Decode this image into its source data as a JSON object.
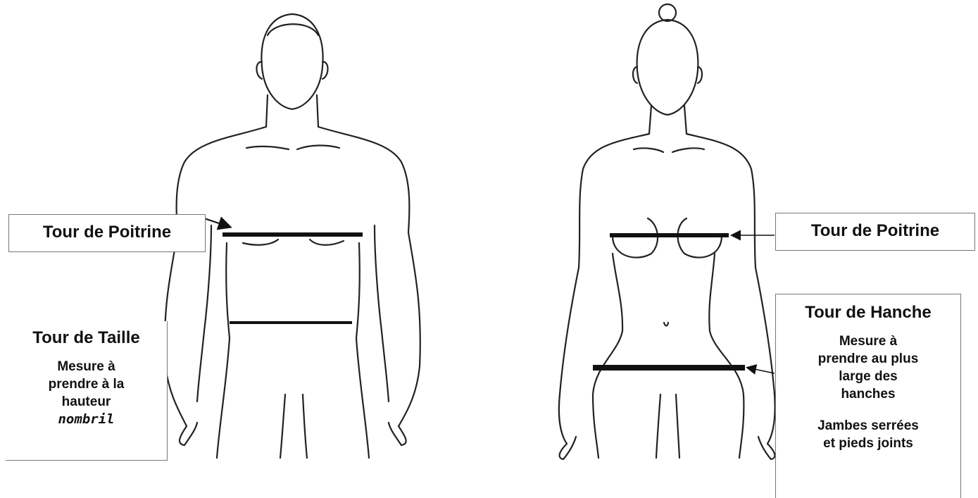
{
  "figures": {
    "man": {
      "chest_label": "Tour de Poitrine",
      "waist_label": "Tour de Taille",
      "waist_instruction_lines": [
        "Mesure à",
        "prendre à la",
        "hauteur"
      ],
      "waist_instruction_handwritten": "nombril"
    },
    "woman": {
      "chest_label": "Tour de Poitrine",
      "hip_label": "Tour de Hanche",
      "hip_instruction_lines": [
        "Mesure à",
        "prendre au plus",
        "large des",
        "hanches"
      ],
      "stance_instruction_lines": [
        "Jambes serrées",
        "et pieds joints"
      ]
    }
  },
  "colors": {
    "ink": "#222222",
    "measure_band": "#111111",
    "box_border": "#777777"
  },
  "icons": [
    "male-body-outline",
    "female-body-outline",
    "arrow-left-icon",
    "arrow-right-icon"
  ]
}
